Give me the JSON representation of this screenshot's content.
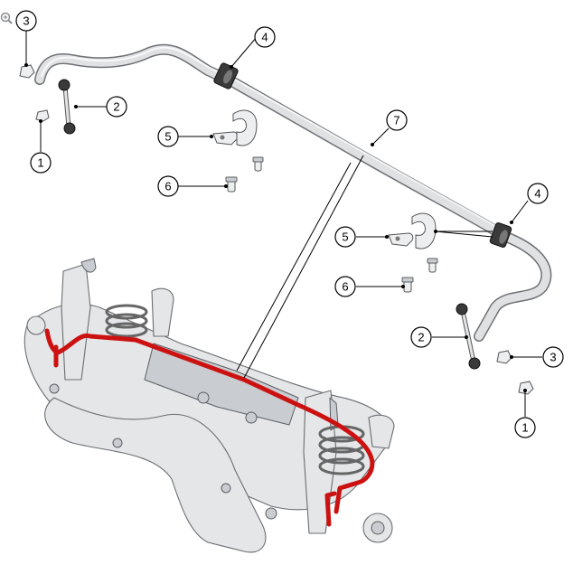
{
  "diagram": {
    "zoom_icon": "zoom-in-magnifier-icon",
    "highlight_color": "#cc1111",
    "callouts": [
      {
        "id": "c3-top-left",
        "label": "3"
      },
      {
        "id": "c4-top",
        "label": "4"
      },
      {
        "id": "c2-top-left",
        "label": "2"
      },
      {
        "id": "c7",
        "label": "7"
      },
      {
        "id": "c5-upper",
        "label": "5"
      },
      {
        "id": "c1-top-left",
        "label": "1"
      },
      {
        "id": "c6-upper",
        "label": "6"
      },
      {
        "id": "c4-right",
        "label": "4"
      },
      {
        "id": "c5-lower",
        "label": "5"
      },
      {
        "id": "c6-lower",
        "label": "6"
      },
      {
        "id": "c2-right",
        "label": "2"
      },
      {
        "id": "c3-right",
        "label": "3"
      },
      {
        "id": "c1-right",
        "label": "1"
      }
    ]
  }
}
